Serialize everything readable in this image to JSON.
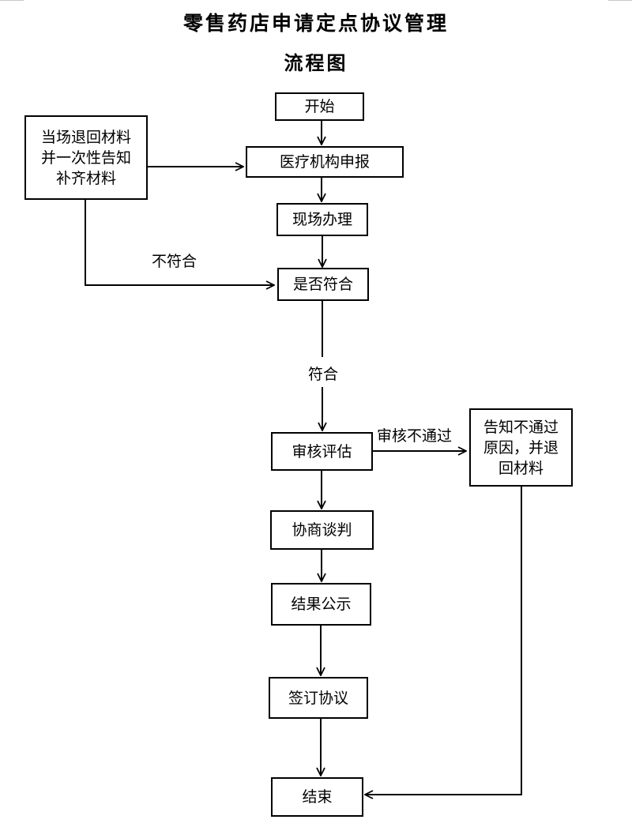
{
  "title": "零售药店申请定点协议管理",
  "subtitle": "流程图",
  "nodes": {
    "start": "开始",
    "declare": "医疗机构申报",
    "onsite": "现场办理",
    "check": "是否符合",
    "review": "审核评估",
    "negotiate": "协商谈判",
    "publicity": "结果公示",
    "sign": "签订协议",
    "end": "结束",
    "return_materials": "当场退回材料\n并一次性告知\n补齐材料",
    "notify_fail": "告知不通过\n原因，并退\n回材料"
  },
  "labels": {
    "not_conform": "不符合",
    "conform": "符合",
    "review_fail": "审核不通过"
  }
}
